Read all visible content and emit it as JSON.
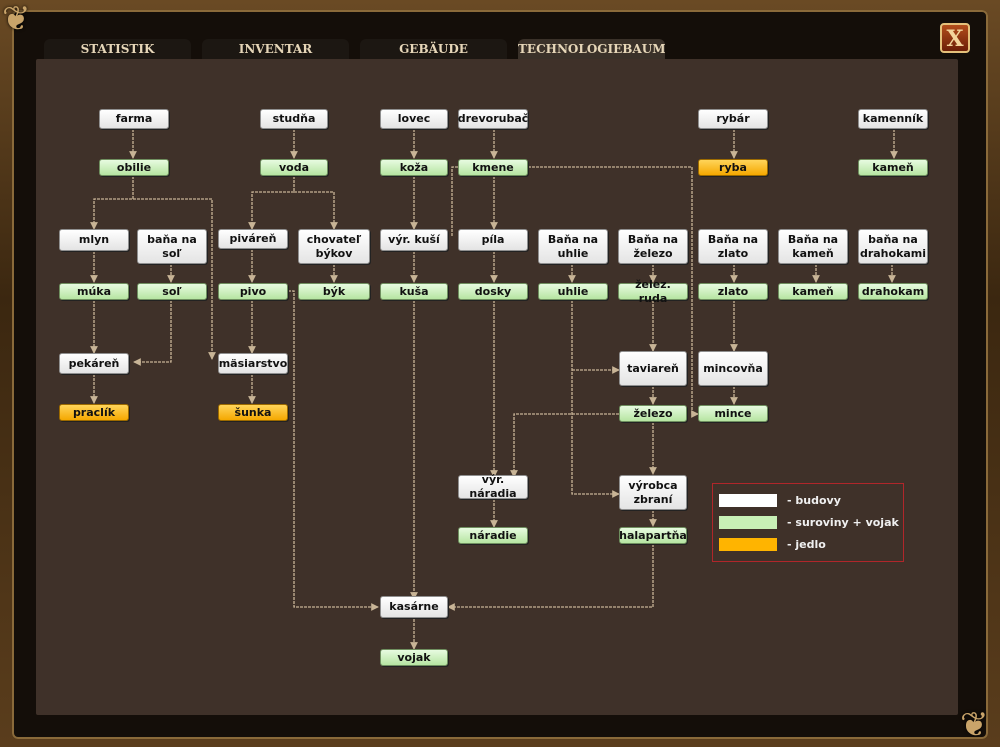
{
  "tabs": [
    {
      "label": "STATISTIK",
      "active": false
    },
    {
      "label": "INVENTAR",
      "active": false
    },
    {
      "label": "GEBÄUDE",
      "active": false
    },
    {
      "label": "TECHNOLOGIEBAUM",
      "active": true
    }
  ],
  "close_button": "X",
  "tree": {
    "farma": "farma",
    "studna": "studňa",
    "lovec": "lovec",
    "drevorubac": "drevorubač",
    "rybar": "rybár",
    "kamennik": "kamenník",
    "obilie": "obilie",
    "voda": "voda",
    "koza": "koža",
    "kmene": "kmene",
    "ryba": "ryba",
    "kamen_top": "kameň",
    "mlyn": "mlyn",
    "bana_sol": [
      "baňa na",
      "soľ"
    ],
    "pivaren": "piváreň",
    "chovatel": [
      "chovateľ",
      "býkov"
    ],
    "vyr_kusi": "výr. kuší",
    "pila": "píla",
    "bana_uhlie": [
      "Baňa na",
      "uhlie"
    ],
    "bana_zelezo": [
      "Baňa na",
      "železo"
    ],
    "bana_zlato": [
      "Baňa na",
      "zlato"
    ],
    "bana_kamen": [
      "Baňa na",
      "kameň"
    ],
    "bana_drahokami": [
      "baňa na",
      "drahokami"
    ],
    "muka": "múka",
    "sol": "soľ",
    "pivo": "pivo",
    "byk": "býk",
    "kusa": "kuša",
    "dosky": "dosky",
    "uhlie": "uhlie",
    "zelez_ruda": "želez. ruda",
    "zlato": "zlato",
    "kamen": "kameň",
    "drahokam": "drahokam",
    "pekaren": "pekáreň",
    "masiarstvo": "mäsiarstvo",
    "taviaren": "taviareň",
    "mincovna": "mincovňa",
    "praclik": "praclík",
    "sunka": "šunka",
    "zelezo": "železo",
    "mince": "mince",
    "vyr_naradia": "výr. náradia",
    "vyrobca_zbrani": [
      "výrobca",
      "zbraní"
    ],
    "naradie": "náradie",
    "halapartna": "halapartňa",
    "kasarne": "kasárne",
    "vojak": "vojak"
  },
  "legend": {
    "items": [
      {
        "label": "- budovy",
        "color": "#ffffff"
      },
      {
        "label": "- suroviny + vojak",
        "color": "#c8f0b6"
      },
      {
        "label": "- jedlo",
        "color": "#ffb400"
      }
    ]
  },
  "colors": {
    "edge": "#c8b496",
    "legend_border": "#b0262a",
    "building": "#ffffff",
    "resource": "#c8f0b6",
    "food": "#ffb400"
  }
}
